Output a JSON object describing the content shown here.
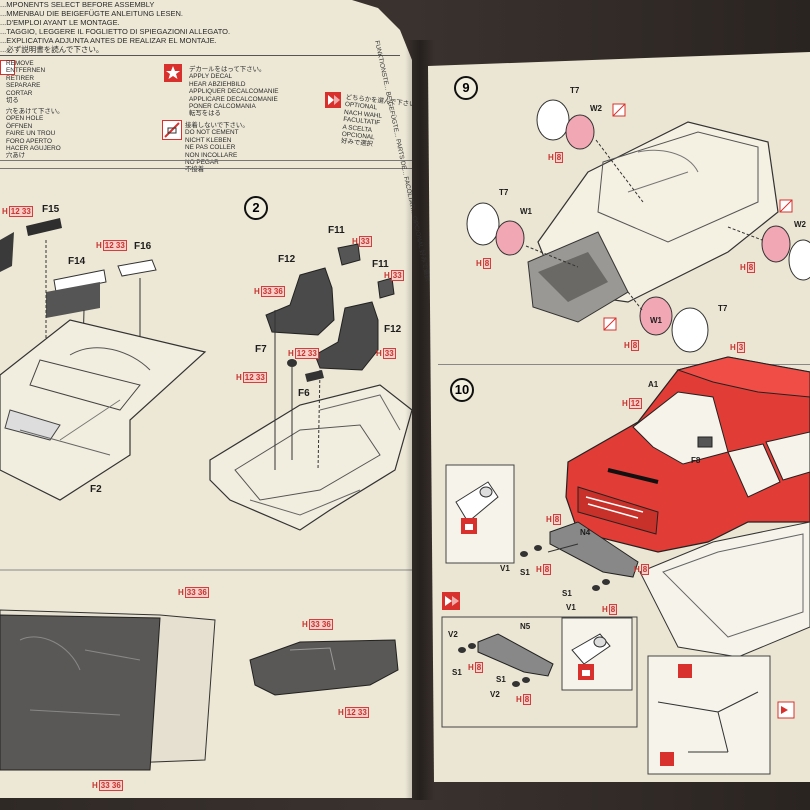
{
  "left_page": {
    "header_lines": [
      "...MPONENTS SELECT BEFORE ASSEMBLY",
      "...MMENBAU DIE BEIGEFÜGTE ANLEITUNG LESEN.",
      "...D'EMPLOI AYANT LE MONTAGE.",
      "...TAGGIO, LEGGERE IL FOGLIETTO DI SPIEGAZIONI ALLEGATO.",
      "...EXPLICATIVA ADJUNTA ANTES DE REALIZAR EL MONTAJE.",
      "...必ず説明書を読んで下さい。"
    ],
    "legend_remove": [
      "REMOVE",
      "ENTFERNEN",
      "RETIRER",
      "SEPARARE",
      "CORTAR",
      "切る"
    ],
    "legend_decal": [
      "デカールをはって下さい。",
      "APPLY DECAL",
      "HEAR ABZIEHBILD",
      "APPLIQUER DECALCOMANIE",
      "APPLICARE DECALCOMANIE",
      "PONER CALCOMANIA",
      "転写をはる"
    ],
    "legend_open": [
      "穴をあけて下さい。",
      "OPEN HOLE",
      "ÖFFNEN",
      "FAIRE UN TROU",
      "FORO APERTO",
      "HACER AGUJERO",
      "穴あけ"
    ],
    "legend_nocement": [
      "接着しないで下さい。",
      "DO NOT CEMENT",
      "NICHT KLEBEN",
      "NE PAS COLLER",
      "NON INCOLLARE",
      "NO PEGAR",
      "不接着"
    ],
    "legend_choice": [
      "どちらかを選んで下さい。",
      "OPTIONAL",
      "NACH WAHL",
      "FACULTATIF",
      "A SCELTA",
      "OPCIONAL",
      "好みで選択"
    ],
    "step_number": "2",
    "labels": {
      "f15": "F15",
      "f16": "F16",
      "f14": "F14",
      "f2": "F2",
      "f11a": "F11",
      "f11b": "F11",
      "f12a": "F12",
      "f12b": "F12",
      "f7": "F7",
      "f6": "F6"
    },
    "color_codes": {
      "h12_a": "H",
      "h12_a_val": "12 33",
      "h12_b": "H",
      "h12_b_val": "12 33",
      "h33_a": "H",
      "h33_a_val": "33",
      "h33_36_a": "H",
      "h33_36_a_val": "33 36",
      "h12_c": "H",
      "h12_c_val": "12 33",
      "h12_d": "H",
      "h12_d_val": "12 33",
      "h33_b": "H",
      "h33_b_val": "33",
      "h33_c": "H",
      "h33_c_val": "33",
      "h33_36_b": "H",
      "h33_36_b_val": "33 36",
      "h33_36_c": "H",
      "h33_36_c_val": "33 36",
      "h12_e": "H",
      "h12_e_val": "12 33",
      "h33_36_d": "H",
      "h33_36_d_val": "33 36"
    }
  },
  "right_page": {
    "side_text": [
      "FUNKTIONSTE...",
      "BEIGEFÜGTE...",
      "PARTS DE...",
      "FACOLTATI...",
      "OPCIONAL",
      "好みで選択"
    ],
    "step9": "9",
    "step10": "10",
    "labels": {
      "t7a": "T7",
      "w2a": "W2",
      "t7b": "T7",
      "w1a": "W1",
      "w2b": "W2",
      "w1b": "W1",
      "t7c": "T7",
      "a1": "A1",
      "f8": "F8",
      "n4": "N4",
      "v1a": "V1",
      "s1a": "S1",
      "s1b": "S1",
      "v1b": "V1",
      "v2a": "V2",
      "n5": "N5",
      "s1c": "S1",
      "s1d": "S1",
      "v2b": "V2"
    },
    "color_codes": {
      "h8_a": "H",
      "h8_a_val": "8",
      "h8_b": "H",
      "h8_b_val": "8",
      "h8_c": "H",
      "h8_c_val": "8",
      "h8_d": "H",
      "h8_d_val": "8",
      "h3_a": "H",
      "h3_a_val": "3",
      "h12_f": "H",
      "h12_f_val": "12",
      "h8_e": "H",
      "h8_e_val": "8",
      "h8_f": "H",
      "h8_f_val": "8",
      "h8_g": "H",
      "h8_g_val": "8",
      "h8_h": "H",
      "h8_h_val": "8",
      "h8_i": "H",
      "h8_i_val": "8",
      "h8_j": "H",
      "h8_j_val": "8"
    }
  },
  "colors": {
    "paper": "#ede8d6",
    "accent_red": "#d8302c",
    "car_red": "#e23c36",
    "seat_grey": "#4a4a4a",
    "pink_wheel": "#f2a8b4"
  }
}
